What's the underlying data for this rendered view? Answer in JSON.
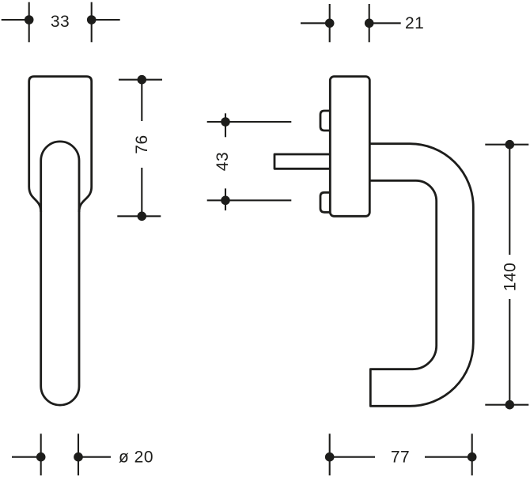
{
  "drawing": {
    "type": "technical-drawing",
    "subject": "window-handle-two-views",
    "background_color": "#ffffff",
    "line_color": "#1d1d1b",
    "views": {
      "front_view": "front-view",
      "side_view": "side-view"
    },
    "dimensions": {
      "rosette_width": {
        "label": "33"
      },
      "plate_depth": {
        "label": "21"
      },
      "rosette_height": {
        "label": "76"
      },
      "fixing_distance": {
        "label": "43"
      },
      "handle_length": {
        "label": "140"
      },
      "grip_diameter": {
        "label": "ø 20"
      },
      "projection": {
        "label": "77"
      }
    }
  }
}
